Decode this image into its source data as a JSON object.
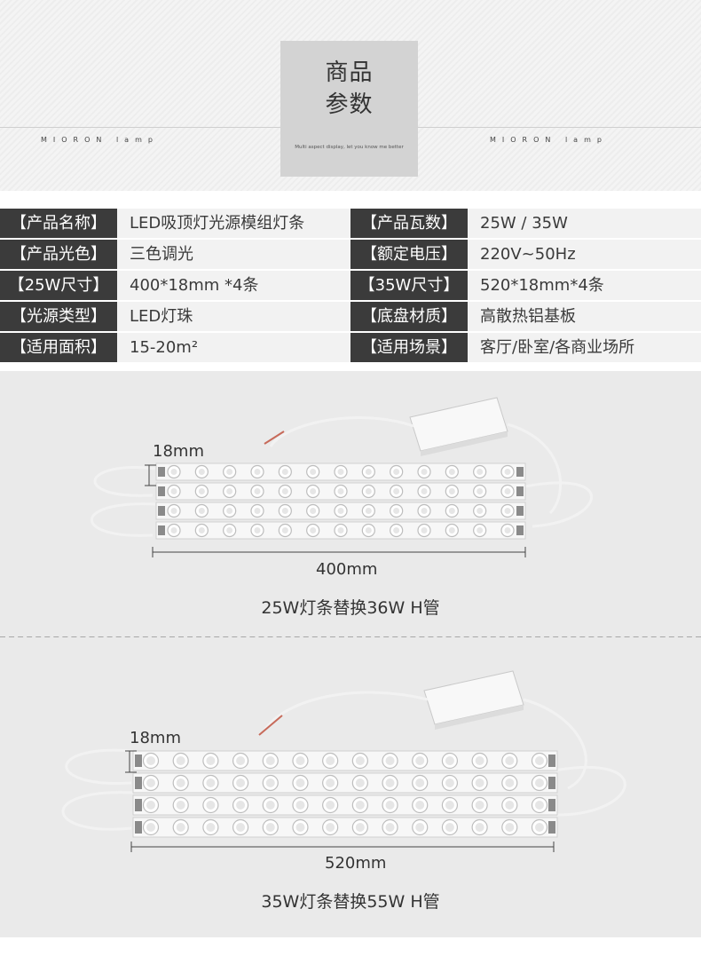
{
  "header": {
    "title_line1": "商品",
    "title_line2": "参数",
    "subtitle": "Multi aspect display, let you know me better",
    "brand_left": "MIORON lamp",
    "brand_right": "MIORON lamp"
  },
  "specs": [
    {
      "label": "【产品名称】",
      "value": "LED吸顶灯光源模组灯条",
      "label2": "【产品瓦数】",
      "value2": "25W / 35W"
    },
    {
      "label": "【产品光色】",
      "value": "三色调光",
      "label2": "【额定电压】",
      "value2": "220V~50Hz"
    },
    {
      "label": "【25W尺寸】",
      "value": "400*18mm *4条",
      "label2": "【35W尺寸】",
      "value2": "520*18mm*4条"
    },
    {
      "label": "【光源类型】",
      "value": "LED灯珠",
      "label2": "【底盘材质】",
      "value2": "高散热铝基板"
    },
    {
      "label": "【适用面积】",
      "value": "15-20m²",
      "label2": "【适用场景】",
      "value2": "客厅/卧室/各商业场所"
    }
  ],
  "products": [
    {
      "width_label": "18mm",
      "length_label": "400mm",
      "caption": "25W灯条替换36W H管",
      "strip_count": 4,
      "leds_per_strip": 13
    },
    {
      "width_label": "18mm",
      "length_label": "520mm",
      "caption": "35W灯条替换55W H管",
      "strip_count": 4,
      "leds_per_strip": 14
    }
  ],
  "colors": {
    "label_bg": "#3b3b3b",
    "value_bg": "#f2f2f2",
    "panel_bg": "#eaeaea",
    "strip": "#f7f7f7"
  }
}
